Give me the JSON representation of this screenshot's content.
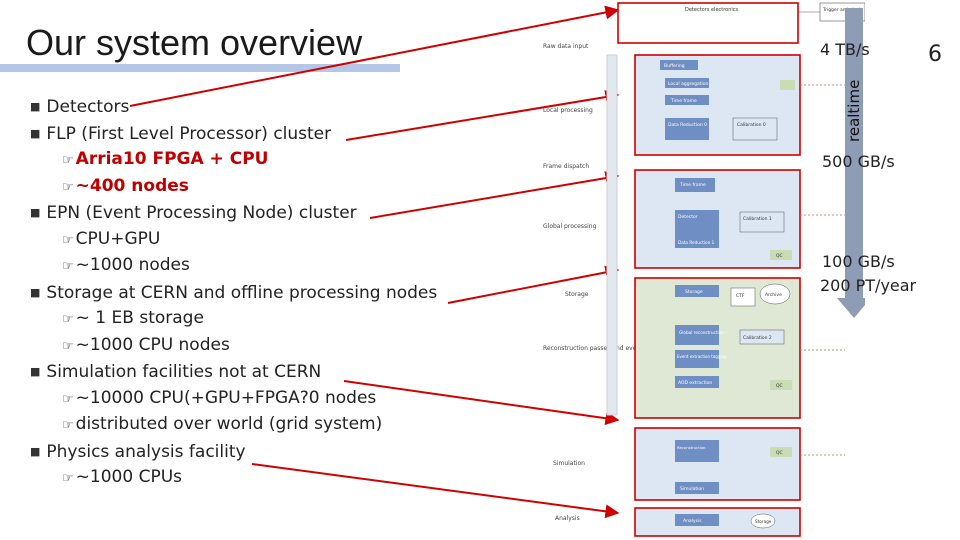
{
  "slide": {
    "title": "Our system overview",
    "page_number": "6"
  },
  "bullets": [
    {
      "level": 1,
      "text": "Detectors"
    },
    {
      "level": 1,
      "text": "FLP (First Level Processor) cluster"
    },
    {
      "level": 2,
      "text": "Arria10 FPGA + CPU",
      "emphasis": true
    },
    {
      "level": 2,
      "text": "~400 nodes",
      "emphasis": true
    },
    {
      "level": 1,
      "text": "EPN (Event Processing Node) cluster"
    },
    {
      "level": 2,
      "text": "CPU+GPU"
    },
    {
      "level": 2,
      "text": "~1000 nodes"
    },
    {
      "level": 1,
      "text": "Storage at CERN and offline processing nodes"
    },
    {
      "level": 2,
      "text": "~ 1 EB storage"
    },
    {
      "level": 2,
      "text": "~1000 CPU nodes"
    },
    {
      "level": 1,
      "text": "Simulation facilities not at CERN"
    },
    {
      "level": 2,
      "text": "~10000 CPU(+GPU+FPGA?0 nodes"
    },
    {
      "level": 2,
      "text": "distributed over world (grid system)"
    },
    {
      "level": 1,
      "text": "Physics analysis facility"
    },
    {
      "level": 2,
      "text": "~1000 CPUs"
    }
  ],
  "rates": {
    "r1": "4 TB/s",
    "r2": "500 GB/s",
    "r3": "100 GB/s",
    "r4": "200 PT/year"
  },
  "realtime_label": "realtime",
  "diagram": {
    "top_box": "Detectors electronics",
    "top_right_box": "Trigger and clock",
    "stages": [
      "Raw data input",
      "Local processing",
      "Frame dispatch",
      "Global processing",
      "Storage",
      "Reconstruction passes and event extraction",
      "Simulation",
      "Analysis"
    ],
    "boxes": {
      "buffering": "Buffering",
      "local_agg": "Local aggregation",
      "timeframe": "Time frame",
      "data_red0": "Data Reduction 0",
      "calib0": "Calibration 0",
      "tf_building": "Time frame building",
      "detector_reco": "Detector reconstruction",
      "data_red1": "Data Reduction 1",
      "calib1": "Calibration 1",
      "qc": "QC",
      "storage": "Storage",
      "ctf": "CTF",
      "archive": "Archive",
      "global_reco": "Global reconstruction",
      "calib2": "Calibration 2",
      "event_extraction": "Event extraction tagging",
      "aod_extraction": "AOD extraction",
      "sim_reco": "Reconstruction Event building AOD extraction",
      "simulation": "Simulation",
      "analysis": "Analysis",
      "storage2": "Storage"
    },
    "colors": {
      "bar": "#8e9cb5",
      "box_blue": "#6f8fc4",
      "panel_green": "#dfe8d4",
      "panel_blue": "#dde7f3",
      "arrow_red": "#d00000"
    }
  }
}
